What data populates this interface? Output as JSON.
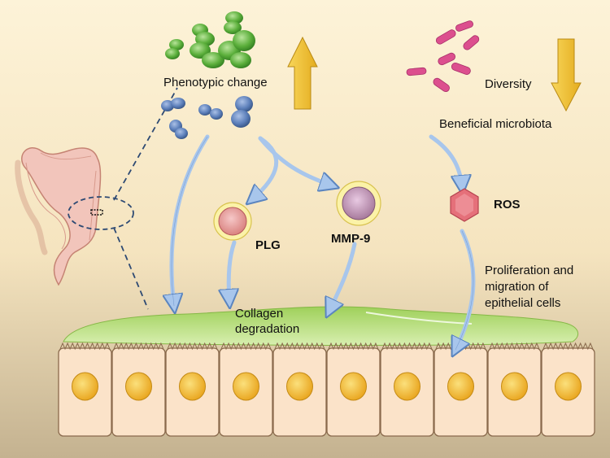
{
  "labels": {
    "phenotypic_change": "Phenotypic change",
    "diversity": "Diversity",
    "beneficial_microbiota": "Beneficial microbiota",
    "ros": "ROS",
    "plg": "PLG",
    "mmp9": "MMP-9",
    "collagen_line1": "Collagen",
    "collagen_line2": "degradation",
    "prolif_line1": "Proliferation and",
    "prolif_line2": "migration of",
    "prolif_line3": "epithelial cells"
  },
  "colors": {
    "background_top": "#fbf0d2",
    "background_bottom": "#c9b897",
    "arrow_up": "#f2c335",
    "arrow_down": "#f2c335",
    "flow_arrow": "#a8c6ec",
    "green_bacteria": "#5aae3a",
    "blue_bacteria": "#5c7fba",
    "pink_bacteria": "#dc4f8e",
    "mucus_layer": "#b6de7c",
    "epithelial_cell": "#fbe3c9",
    "nucleus": "#f3b934",
    "ros": "#e5707a",
    "colon": "#f2c5bb"
  },
  "icons": {
    "up_arrow": "increase-arrow-icon",
    "down_arrow": "decrease-arrow-icon"
  }
}
